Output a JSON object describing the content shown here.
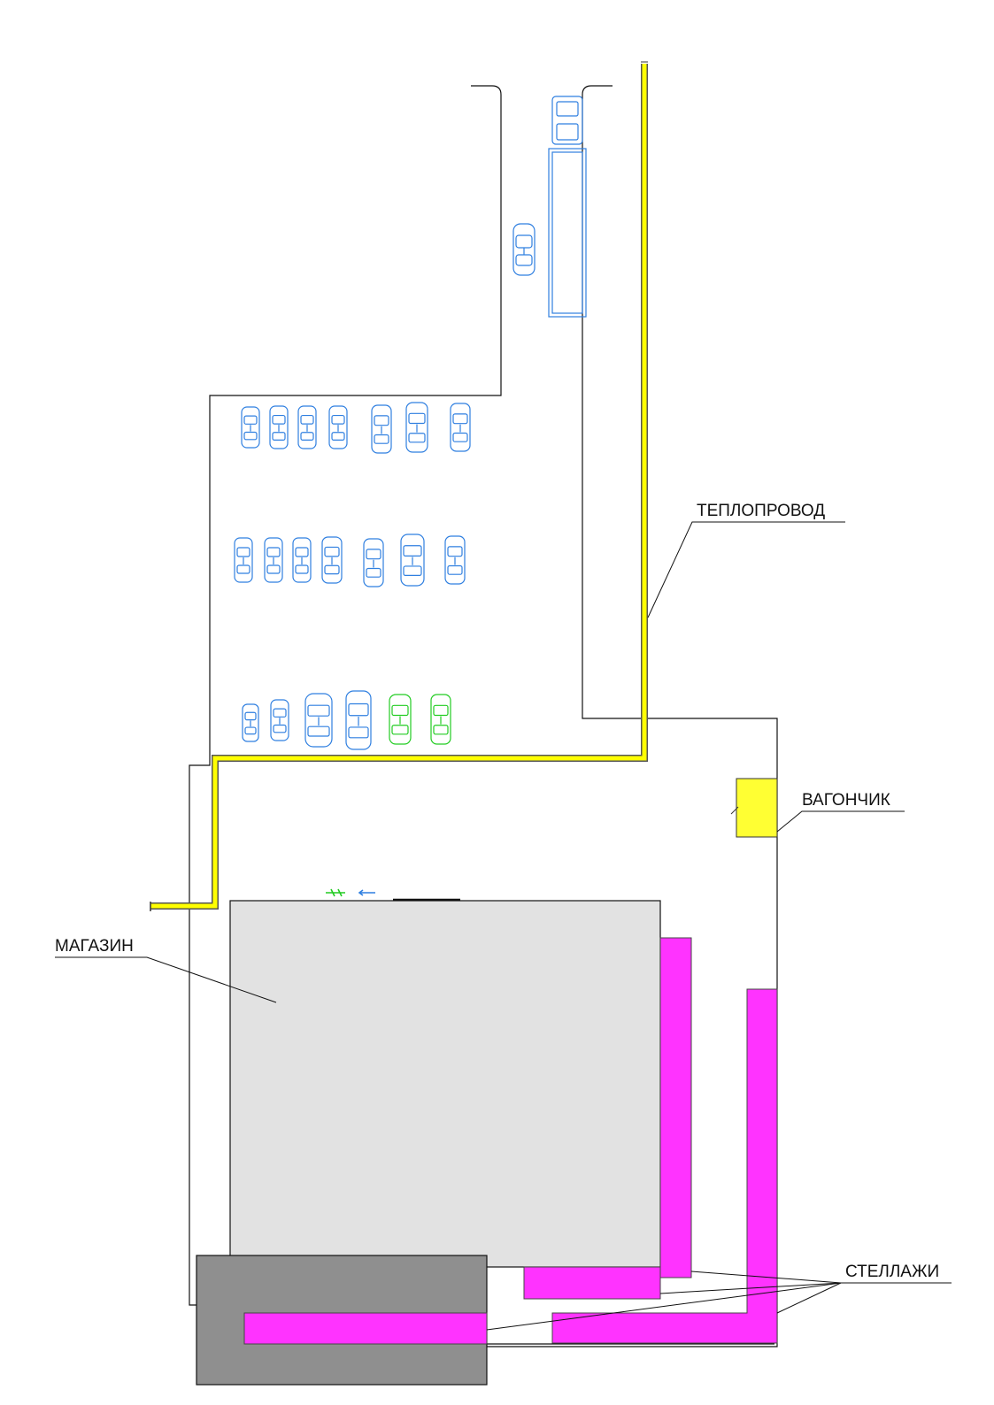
{
  "labels": {
    "heat_pipe": "ТЕПЛОПРОВОД",
    "trailer": "ВАГОНЧИК",
    "store": "МАГАЗИН",
    "racks": "СТЕЛЛАЖИ"
  },
  "colors": {
    "outline": "#111111",
    "heat_pipe": "#ffff00",
    "heat_pipe_edge": "#555555",
    "trailer": "#ffff33",
    "store": "#e2e2e2",
    "annex": "#8f8f8f",
    "rack": "#ff33ff",
    "car_blue": "#2f7fe0",
    "car_green": "#22cc22",
    "leader": "#111111"
  },
  "vehicles": {
    "parked_cars": 20,
    "green_cars": 2,
    "truck": 1
  }
}
